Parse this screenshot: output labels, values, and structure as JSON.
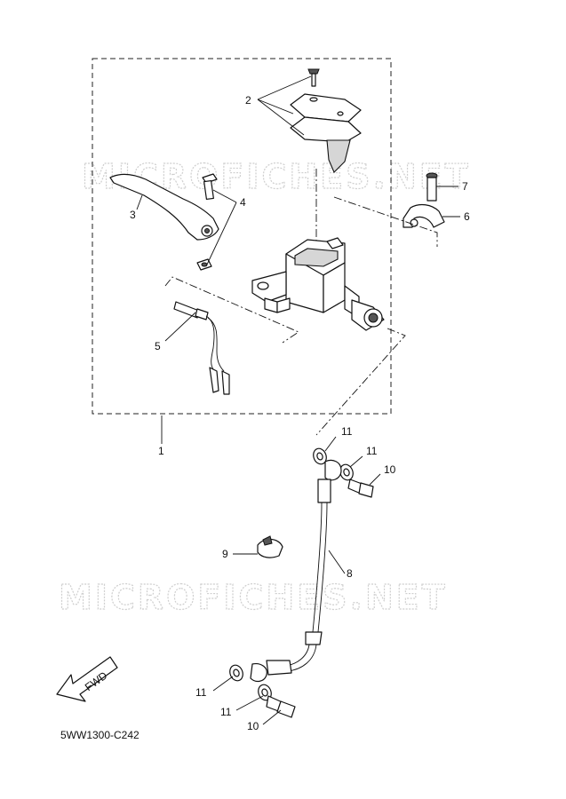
{
  "watermark": "MICROFICHES.NET",
  "diagram_code": "5WW1300-C242",
  "fwd_label": "FWD",
  "callouts": {
    "c1": "1",
    "c2": "2",
    "c3": "3",
    "c4": "4",
    "c5": "5",
    "c6": "6",
    "c7": "7",
    "c8": "8",
    "c9": "9",
    "c10a": "10",
    "c10b": "10",
    "c11a": "11",
    "c11b": "11",
    "c11c": "11",
    "c11d": "11"
  }
}
